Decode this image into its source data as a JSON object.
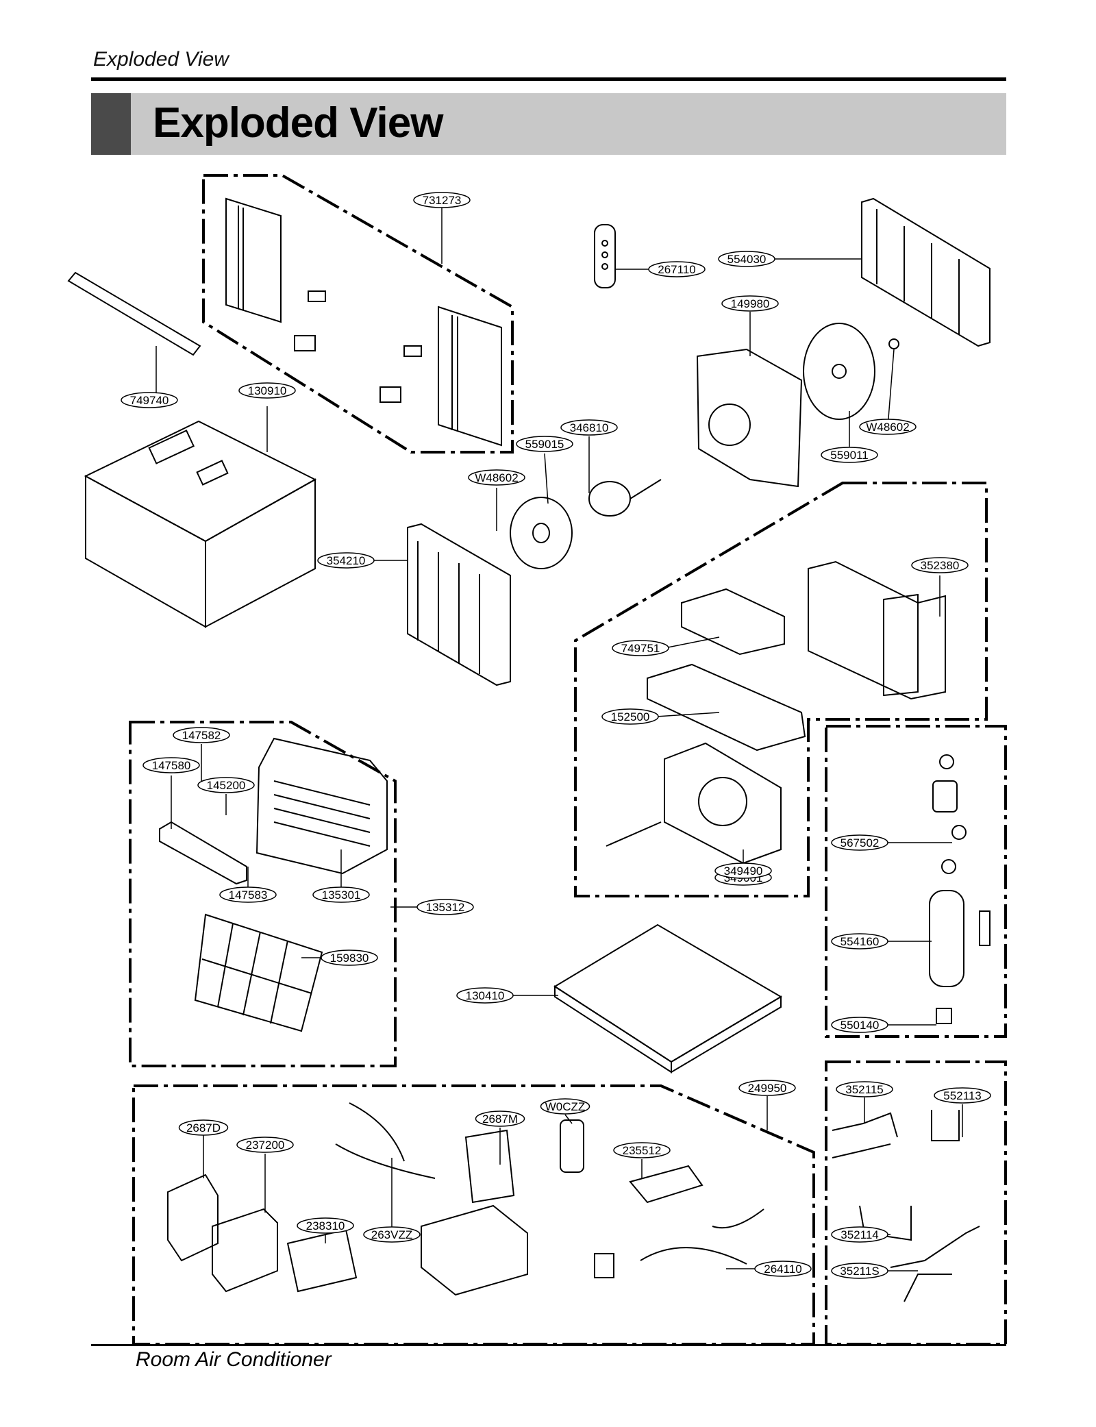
{
  "page": {
    "header_small": "Exploded View",
    "title": "Exploded View",
    "footer": "Room Air Conditioner"
  },
  "parts": [
    {
      "id": "p731273",
      "label": "731273"
    },
    {
      "id": "p267110",
      "label": "267110"
    },
    {
      "id": "p554030",
      "label": "554030"
    },
    {
      "id": "p149980",
      "label": "149980"
    },
    {
      "id": "p749740",
      "label": "749740"
    },
    {
      "id": "p130910",
      "label": "130910"
    },
    {
      "id": "pW48602a",
      "label": "W48602"
    },
    {
      "id": "p346810",
      "label": "346810"
    },
    {
      "id": "p559015",
      "label": "559015"
    },
    {
      "id": "p559011",
      "label": "559011"
    },
    {
      "id": "pW48602b",
      "label": "W48602"
    },
    {
      "id": "p354210",
      "label": "354210"
    },
    {
      "id": "p352380",
      "label": "352380"
    },
    {
      "id": "p749751",
      "label": "749751"
    },
    {
      "id": "p152500",
      "label": "152500"
    },
    {
      "id": "p349001",
      "label": "349001"
    },
    {
      "id": "p349490",
      "label": "349490"
    },
    {
      "id": "p147582",
      "label": "147582"
    },
    {
      "id": "p147580",
      "label": "147580"
    },
    {
      "id": "p145200",
      "label": "145200"
    },
    {
      "id": "p147583",
      "label": "147583"
    },
    {
      "id": "p135301",
      "label": "135301"
    },
    {
      "id": "p135312",
      "label": "135312"
    },
    {
      "id": "p159830",
      "label": "159830"
    },
    {
      "id": "p130410",
      "label": "130410"
    },
    {
      "id": "p567502",
      "label": "567502"
    },
    {
      "id": "p554160",
      "label": "554160"
    },
    {
      "id": "p550140",
      "label": "550140"
    },
    {
      "id": "p249950",
      "label": "249950"
    },
    {
      "id": "p2687D",
      "label": "2687D"
    },
    {
      "id": "p237200",
      "label": "237200"
    },
    {
      "id": "p2687M",
      "label": "2687M"
    },
    {
      "id": "pW0CZZ",
      "label": "W0CZZ"
    },
    {
      "id": "p235512",
      "label": "235512"
    },
    {
      "id": "p238310",
      "label": "238310"
    },
    {
      "id": "p263VZZ",
      "label": "263VZZ"
    },
    {
      "id": "p264110",
      "label": "264110"
    },
    {
      "id": "p352115",
      "label": "352115"
    },
    {
      "id": "p552113",
      "label": "552113"
    },
    {
      "id": "p352114",
      "label": "352114"
    },
    {
      "id": "p35211S",
      "label": "35211S"
    }
  ]
}
